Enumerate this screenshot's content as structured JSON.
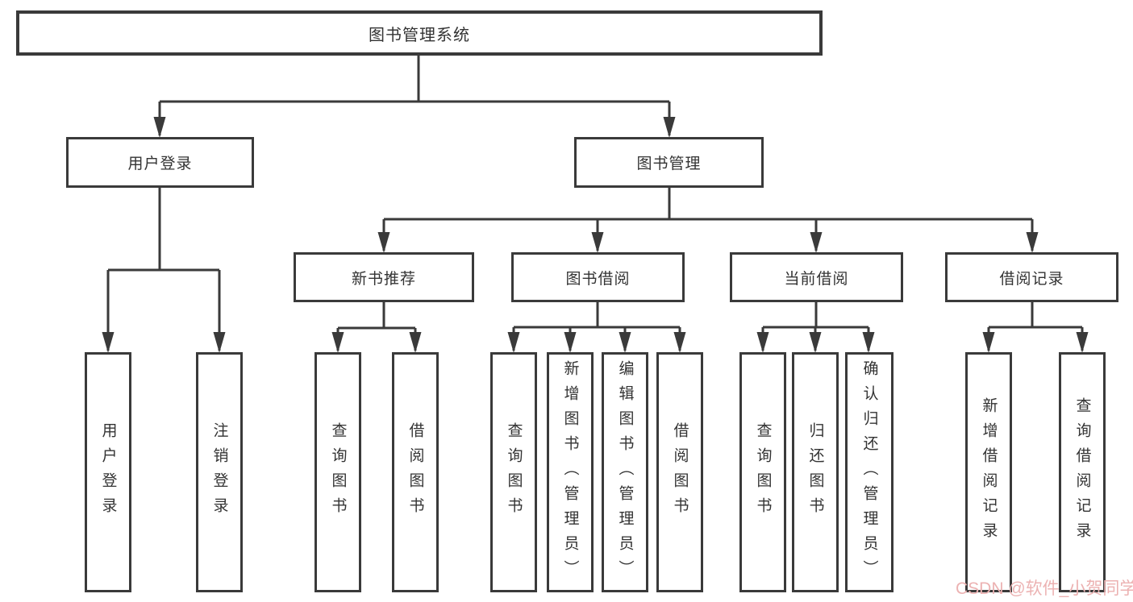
{
  "diagram_title": "图书管理系统",
  "nodes": {
    "root": "图书管理系统",
    "user_login": "用户登录",
    "book_mgmt": "图书管理",
    "nb": "新书推荐",
    "bb": "图书借阅",
    "cb": "当前借阅",
    "br": "借阅记录",
    "ul_login": "用户登录",
    "ul_logout": "注销登录",
    "nb_query": "查询图书",
    "nb_borrow": "借阅图书",
    "bb_query": "查询图书",
    "bb_add": "新增图书（管理员）",
    "bb_edit": "编辑图书（管理员）",
    "bb_borrow": "借阅图书",
    "cb_query": "查询图书",
    "cb_return": "归还图书",
    "cb_confirm": "确认归还（管理员）",
    "br_add": "新增借阅记录",
    "br_query": "查询借阅记录"
  },
  "structure": {
    "图书管理系统": {
      "用户登录": [
        "用户登录",
        "注销登录"
      ],
      "图书管理": {
        "新书推荐": [
          "查询图书",
          "借阅图书"
        ],
        "图书借阅": [
          "查询图书",
          "新增图书（管理员）",
          "编辑图书（管理员）",
          "借阅图书"
        ],
        "当前借阅": [
          "查询图书",
          "归还图书",
          "确认归还（管理员）"
        ],
        "借阅记录": [
          "新增借阅记录",
          "查询借阅记录"
        ]
      }
    }
  },
  "watermark": "CSDN @软件_小贺同学",
  "colors": {
    "line": "#3a3a3a",
    "text": "#333333",
    "watermark": "#ecb2b2",
    "background": "#ffffff"
  }
}
